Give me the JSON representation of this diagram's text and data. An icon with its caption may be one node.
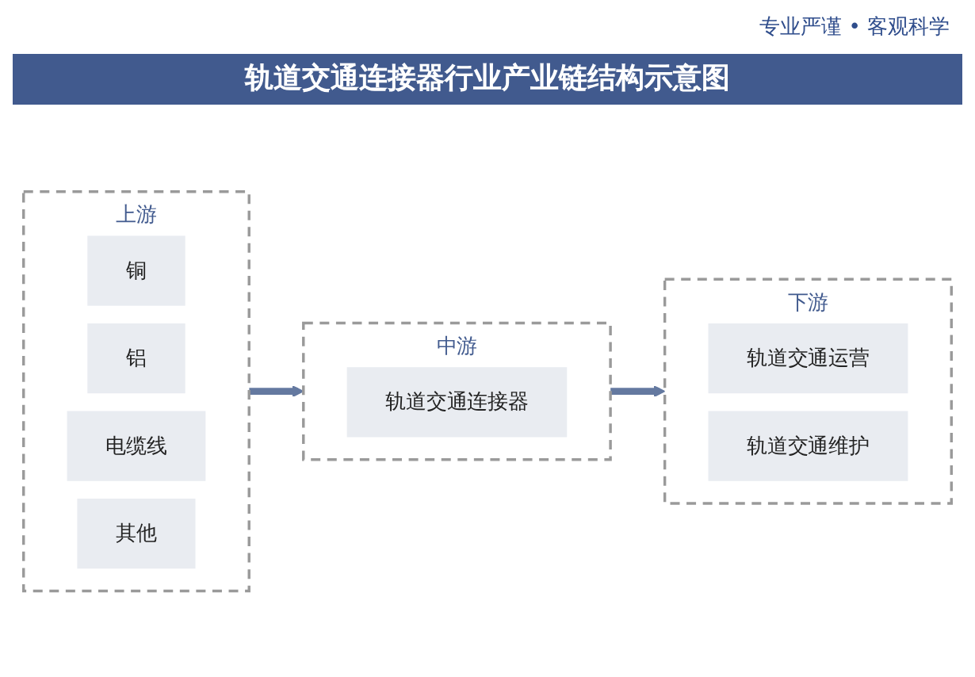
{
  "diagram": {
    "title": "轨道交通连接器行业产业链结构示意图",
    "nodes": [
      {
        "text": [
          "上游"
        ]
      },
      {
        "text": [
          "铜"
        ],
        "in": 0
      },
      {
        "text": [
          "铝"
        ],
        "in": 0
      },
      {
        "text": [
          "电缆线"
        ],
        "in": 0
      },
      {
        "text": [
          "其他"
        ],
        "in": 0
      },
      {
        "text": [
          "中游"
        ]
      },
      {
        "text": [
          "轨道交通连接器"
        ],
        "in": 5
      },
      {
        "text": [
          "下游"
        ]
      },
      {
        "text": [
          "轨道交通运营"
        ],
        "in": 7
      },
      {
        "text": [
          "轨道交通维护"
        ],
        "in": 7
      }
    ],
    "edges": [
      {
        "from": 0,
        "to": 5,
        "arrow": "to"
      },
      {
        "from": 5,
        "to": 7,
        "arrow": "to"
      }
    ],
    "labels": [
      "专业严谨 • 客观科学"
    ]
  }
}
